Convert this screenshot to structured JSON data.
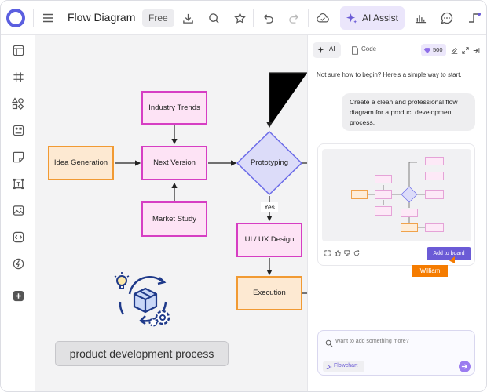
{
  "header": {
    "title": "Flow Diagram",
    "plan_badge": "Free",
    "ai_assist_label": "AI Assist"
  },
  "sidebar": {
    "tools": [
      "layout-icon",
      "grid-icon",
      "shapes-icon",
      "components-icon",
      "sticky-note-icon",
      "frame-icon",
      "image-icon",
      "embed-icon",
      "flash-icon",
      "add-icon"
    ]
  },
  "canvas": {
    "nodes": {
      "idea_generation": "Idea Generation",
      "industry_trends": "Industry Trends",
      "next_version": "Next Version",
      "market_study": "Market Study",
      "prototyping": "Prototyping",
      "ui_ux_design": "UI / UX Design",
      "execution": "Execution"
    },
    "edge_label_yes": "Yes",
    "caption": "product development process"
  },
  "panel": {
    "tabs": {
      "ai": "AI",
      "code": "Code"
    },
    "credits": "500",
    "intro": "Not sure how to begin? Here's a simple way to start.",
    "user_message": "Create a clean and professional flow diagram for a product development process.",
    "add_to_board_label": "Add to board",
    "cursor_user": "William",
    "input_placeholder": "Want to add something more?",
    "diagram_type_label": "Flowchart"
  },
  "colors": {
    "accent": "#6b5bd6",
    "pink_border": "#d63ec3",
    "orange_border": "#f19a33",
    "diamond_fill": "#dcdcf9",
    "cursor": "#f57c00"
  }
}
